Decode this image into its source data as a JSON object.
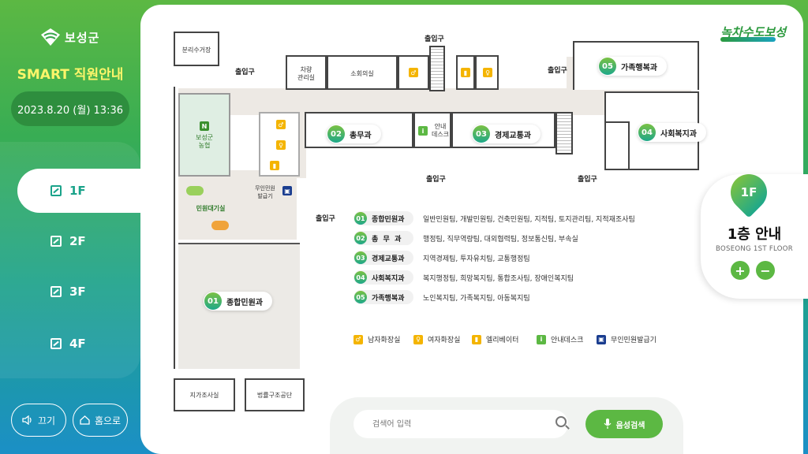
{
  "sidebar": {
    "logo_text": "보성군",
    "app_title": "SMART 직원안내",
    "datetime": "2023.8.20 (월) 13:36",
    "floors": [
      {
        "label": "1F",
        "active": true
      },
      {
        "label": "2F",
        "active": false
      },
      {
        "label": "3F",
        "active": false
      },
      {
        "label": "4F",
        "active": false
      }
    ],
    "sound_label": "끄기",
    "home_label": "홈으로"
  },
  "brand": {
    "text": "녹차수도보성"
  },
  "map": {
    "rooms": {
      "recycle": "분리수거장",
      "vehicle": "차량\n관리실",
      "meeting": "소회의실",
      "nonghyup": "보성군\n농협",
      "waiting": "민원대기실",
      "kiosk": "무인민원\n발급기",
      "info_desk": "안내\n데스크",
      "land": "지가조사실",
      "legal": "법률구조공단"
    },
    "entrance_label": "출입구",
    "departments": [
      {
        "num": "01",
        "name": "종합민원과"
      },
      {
        "num": "02",
        "name": "총무과"
      },
      {
        "num": "03",
        "name": "경제교통과"
      },
      {
        "num": "04",
        "name": "사회복지과"
      },
      {
        "num": "05",
        "name": "가족행복과"
      }
    ]
  },
  "legend": [
    {
      "num": "01",
      "name": "종합민원과",
      "teams": "일반민원팀, 개발민원팀, 건축민원팀, 지적팀, 토지관리팀, 지적재조사팀"
    },
    {
      "num": "02",
      "name": "총  무  과",
      "teams": "행정팀, 직무역량팀, 대외협력팀, 정보통신팀, 부속실"
    },
    {
      "num": "03",
      "name": "경제교통과",
      "teams": "지역경제팀, 투자유치팀, 교통행정팀"
    },
    {
      "num": "04",
      "name": "사회복지과",
      "teams": "복지행정팀, 희망복지팀, 통합조사팀, 장애인복지팀"
    },
    {
      "num": "05",
      "name": "가족행복과",
      "teams": "노인복지팀, 가족복지팀, 아동복지팀"
    }
  ],
  "icon_key": [
    {
      "icon": "male-restroom-icon",
      "label": "남자화장실",
      "color": "#f4b400"
    },
    {
      "icon": "female-restroom-icon",
      "label": "여자화장실",
      "color": "#f4b400"
    },
    {
      "icon": "elevator-icon",
      "label": "엘리베이터",
      "color": "#f4b400"
    },
    {
      "icon": "info-icon",
      "label": "안내데스크",
      "color": "#5cb843"
    },
    {
      "icon": "kiosk-icon",
      "label": "무인민원발급기",
      "color": "#1a3d8f"
    }
  ],
  "search": {
    "placeholder": "검색어 입력",
    "voice_label": "음성검색"
  },
  "floor_info": {
    "badge": "1F",
    "title": "1층 안내",
    "subtitle": "BOSEONG 1ST FLOOR",
    "zoom_in": "+",
    "zoom_out": "−"
  }
}
